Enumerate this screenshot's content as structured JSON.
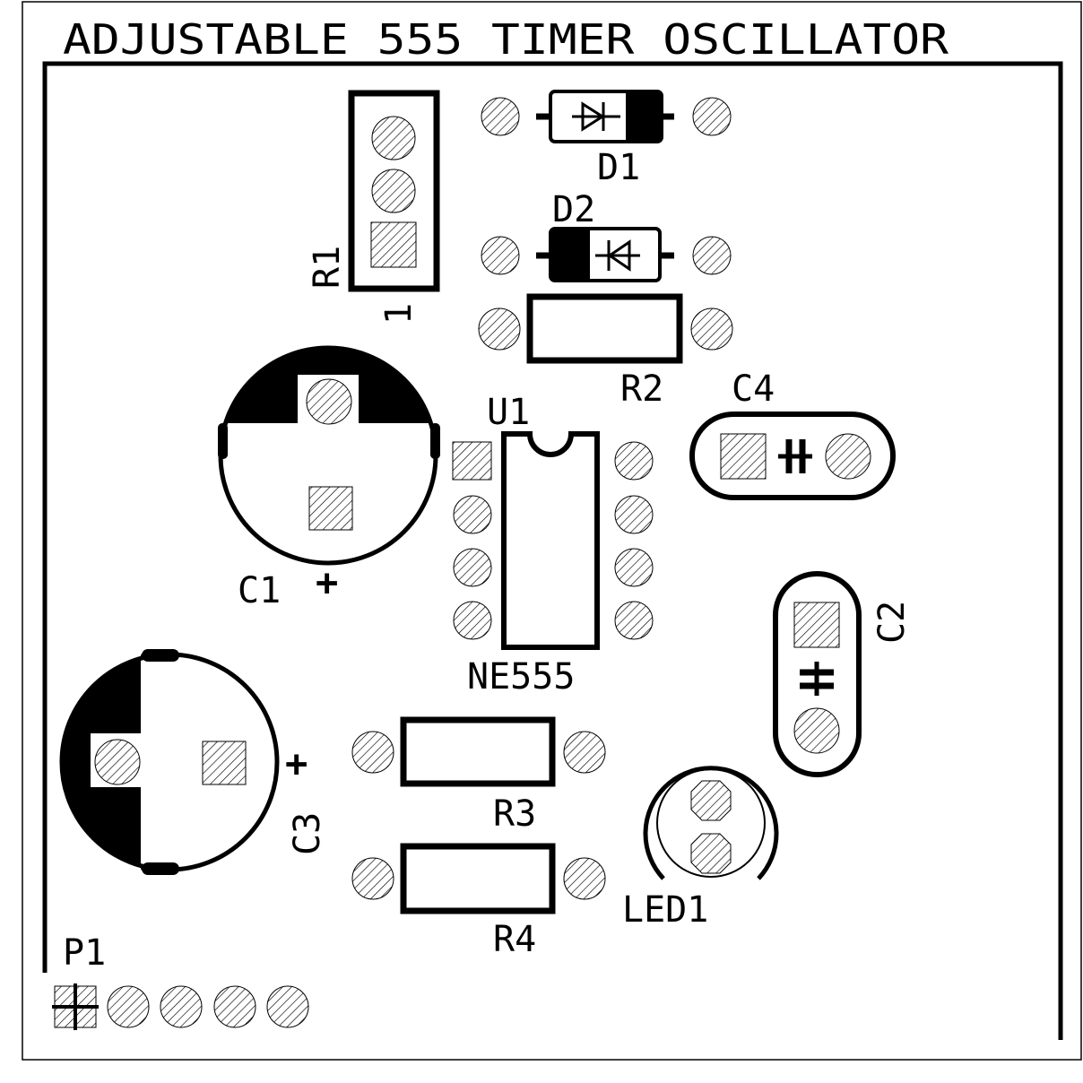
{
  "board": {
    "title": "ADJUSTABLE 555 TIMER OSCILLATOR"
  },
  "components": {
    "r1": {
      "ref": "R1",
      "pin1_marker": "1"
    },
    "d1": {
      "ref": "D1"
    },
    "d2": {
      "ref": "D2"
    },
    "r2": {
      "ref": "R2"
    },
    "c4": {
      "ref": "C4"
    },
    "u1": {
      "ref": "U1",
      "value": "NE555"
    },
    "c1": {
      "ref": "C1",
      "polarity": "+"
    },
    "c2": {
      "ref": "C2"
    },
    "c3": {
      "ref": "C3",
      "polarity": "+"
    },
    "r3": {
      "ref": "R3"
    },
    "r4": {
      "ref": "R4"
    },
    "led1": {
      "ref": "LED1"
    },
    "p1": {
      "ref": "P1"
    }
  },
  "colors": {
    "silkscreen": "#000000",
    "pad_hatch": "#000000",
    "background": "#ffffff"
  }
}
